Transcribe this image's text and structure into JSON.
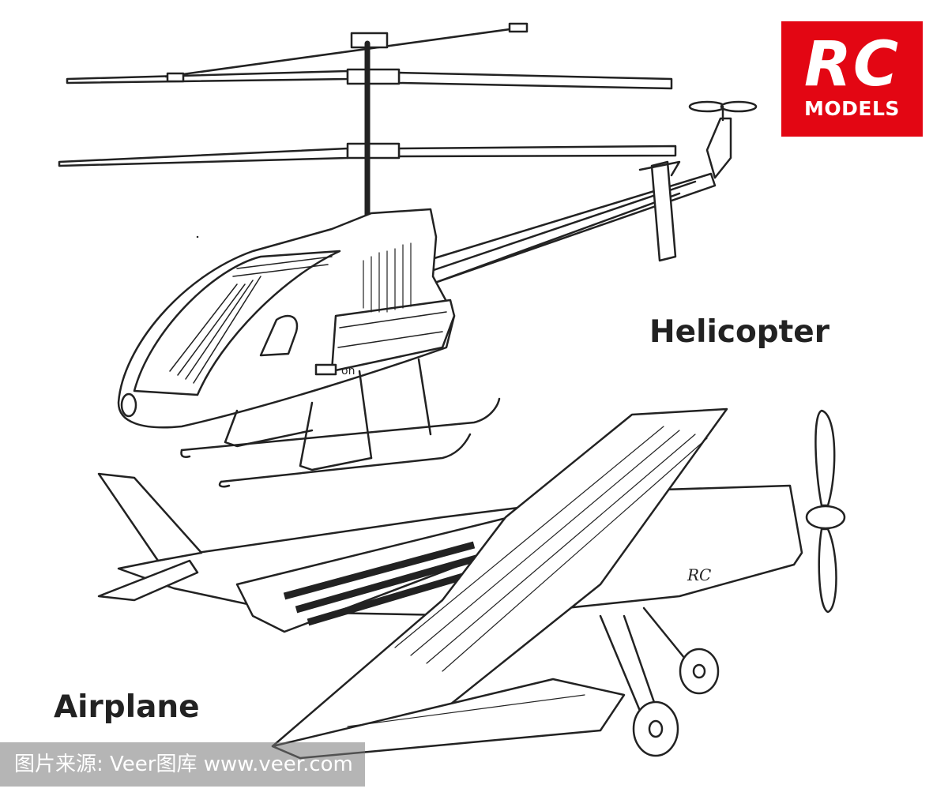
{
  "logo": {
    "line1": "RC",
    "line2": "MODELS",
    "bg_color": "#e30613"
  },
  "labels": {
    "helicopter": "Helicopter",
    "airplane": "Airplane",
    "tail_marking": "RC"
  },
  "watermark": {
    "text": "图片来源: Veer图库 www.veer.com"
  },
  "palette": {
    "ink": "#222222",
    "background": "#ffffff"
  }
}
